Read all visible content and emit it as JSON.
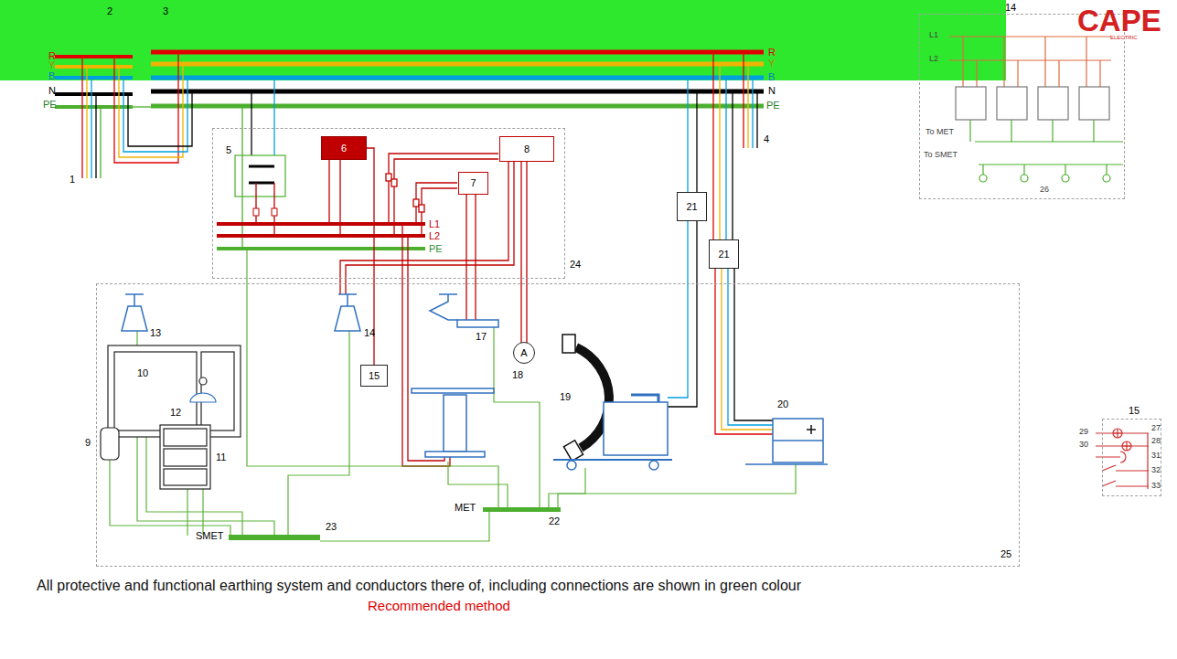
{
  "diagram": {
    "caption": "All protective and functional earthing system and conductors there of, including connections are shown in green colour",
    "nodes": [
      {
        "text": [
          "24"
        ]
      },
      {
        "text": [
          "6"
        ],
        "in": 0
      },
      {
        "text": [
          "8"
        ],
        "in": 0
      },
      {
        "text": [
          "7"
        ],
        "in": 0
      },
      {
        "text": [
          "21"
        ]
      },
      {
        "text": [
          "21"
        ]
      },
      {
        "text": [
          "25"
        ]
      },
      {
        "text": [
          "15"
        ],
        "in": 6
      },
      {
        "text": [
          "A",
          "18"
        ],
        "in": 6
      },
      {
        "text": [
          "14"
        ]
      },
      {
        "text": [
          "15"
        ]
      }
    ],
    "edges": [
      {
        "from": 1,
        "to": 7,
        "arrow": "none"
      },
      {
        "from": 2,
        "to": 8,
        "arrow": "none"
      }
    ],
    "labels": [
      "2",
      "3",
      "R",
      "Y",
      "B",
      "N",
      "PE",
      "R",
      "Y",
      "B",
      "N",
      "PE",
      "1",
      "4",
      "5",
      "L1",
      "L2",
      "PE",
      "13",
      "14",
      "17",
      "10",
      "9",
      "11",
      "12",
      "19",
      "20",
      "MET",
      "22",
      "SMET",
      "23",
      "L1",
      "L2",
      "To MET",
      "To SMET",
      "26",
      "29",
      "27",
      "30",
      "28",
      "31",
      "32",
      "33",
      "CAPE",
      "ELECTRIC",
      "Recommended method"
    ]
  }
}
